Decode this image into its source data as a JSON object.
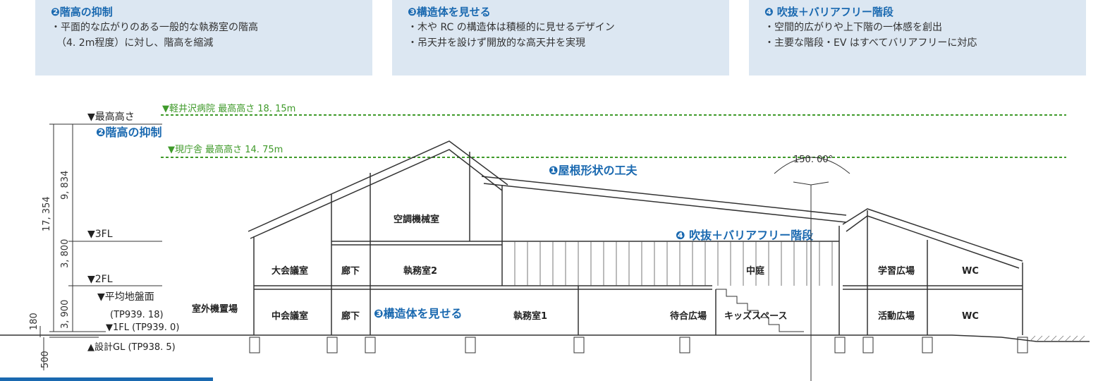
{
  "boxes": [
    {
      "title": "❷階高の抑制",
      "lines": [
        "・平面的な広がりのある一般的な執務室の階高",
        "（4. 2m程度）に対し、階高を縮減"
      ]
    },
    {
      "title": "❸構造体を見せる",
      "lines": [
        "・木や RC の構造体は積極的に見せるデザイン",
        "・吊天井を設けず開放的な高天井を実現"
      ]
    },
    {
      "title": "❹ 吹抜＋バリアフリー階段",
      "lines": [
        "・空間的広がりや上下階の一体感を創出",
        "・主要な階段・EV はすべてバリアフリーに対応"
      ]
    }
  ],
  "levels": {
    "max_height": "▼最高高さ",
    "fl3": "▼3FL",
    "fl2": "▼2FL",
    "avg_ground": "▼平均地盤面",
    "avg_ground_tp": "(TP939. 18)",
    "fl1": "▼1FL (TP939. 0)",
    "design_gl": "▲設計GL (TP938. 5)"
  },
  "reference_lines": [
    {
      "label": "▼軽井沢病院 最高高さ 18. 15m"
    },
    {
      "label": "▼現庁舎 最高高さ 14. 75m"
    }
  ],
  "dimensions": {
    "total": "17, 354",
    "d9834": "9, 834",
    "d3800": "3, 800",
    "d3900": "3, 900",
    "d180": "180",
    "d500": "500"
  },
  "angle": "150. 00°",
  "callouts": {
    "floor_height": "❷階高の抑制",
    "roof": "❶屋根形状の工夫",
    "atrium": "❹ 吹抜＋バリアフリー階段",
    "structure": "❸構造体を見せる"
  },
  "rooms": {
    "ac_room": "空調機械室",
    "assembly_large": "大会議室",
    "corridor_2f": "廊下",
    "office2": "執務室2",
    "courtyard": "中庭",
    "learning": "学習広場",
    "wc_2f": "WC",
    "outdoor_units": "室外機置場",
    "assembly_mid": "中会議室",
    "corridor_1f": "廊下",
    "office1": "執務室1",
    "waiting": "待合広場",
    "kids": "キッズスペース",
    "activity": "活動広場",
    "wc_1f": "WC"
  },
  "colors": {
    "accent": "#1a69b0",
    "green": "#3f9a2a",
    "box_bg": "#dce7f2"
  }
}
